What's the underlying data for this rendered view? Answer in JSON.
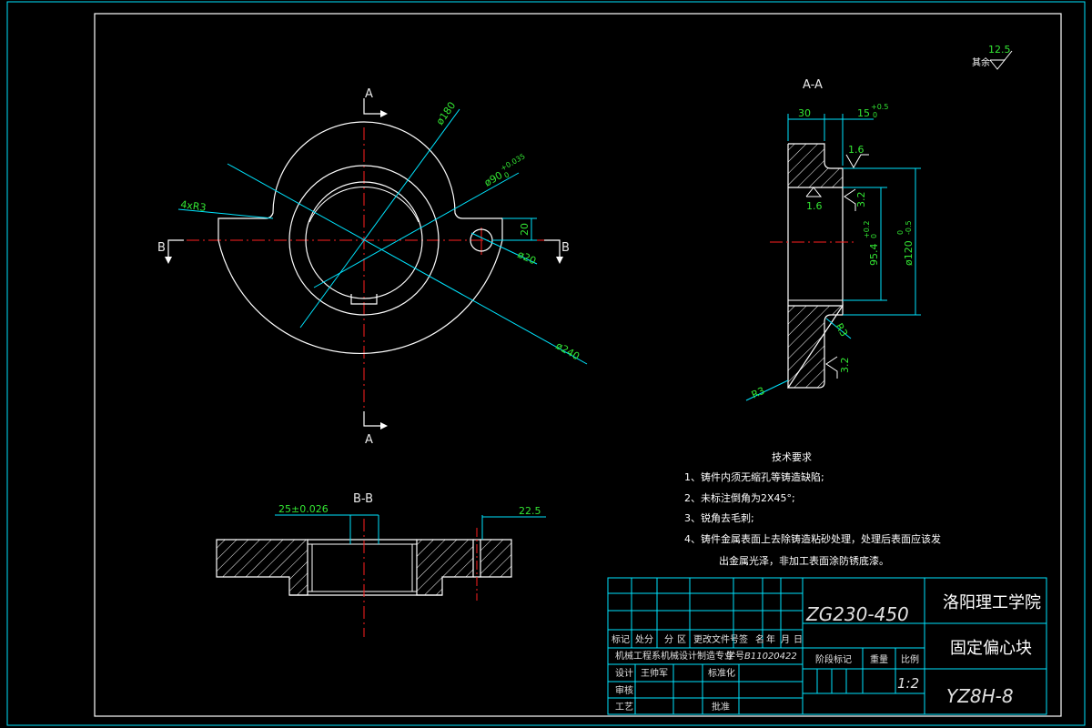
{
  "sections": {
    "cut_a_top": "A",
    "cut_a_bottom": "A",
    "cut_b_left": "B",
    "cut_b_right": "B",
    "view_aa": "A-A",
    "view_bb": "B-B"
  },
  "dimensions": {
    "fillet_4x": "4xR3",
    "d180": "ø180",
    "d90": "ø90",
    "d90_tol": "+0.035",
    "d90_tol_low": "0",
    "d20": "ø20",
    "d240": "ø240",
    "h20": "20",
    "w30": "30",
    "w15": "15",
    "w15_tol": "+0.5",
    "w15_tol_low": "0",
    "d95": "95.4",
    "d95_tol": "+0.2",
    "d95_tol_low": "0",
    "d120": "ø120",
    "d120_tol": "0",
    "d120_tol_low": "-0.5",
    "r3_a": "R3",
    "r3_b": "R3",
    "key_width": "25±0.026",
    "offset_22": "22.5"
  },
  "roughness": {
    "rest_label": "其余",
    "rest_value": "12.5",
    "top": "1.6",
    "bore": "1.6",
    "face": "3.2",
    "bottom": "3.2"
  },
  "tech_requirements": {
    "title": "技术要求",
    "items": [
      "1、铸件内须无缩孔等铸造缺陷;",
      "2、未标注倒角为2X45°;",
      "3、锐角去毛刺;",
      "4、铸件金属表面上去除铸造粘砂处理，处理后表面应该发",
      "出金属光泽，非加工表面涂防锈底漆。"
    ]
  },
  "title_block": {
    "material": "ZG230-450",
    "school": "洛阳理工学院",
    "part_name": "固定偏心块",
    "drawing_no": "YZ8H-8",
    "header_cells": [
      "标记",
      "处分",
      "分",
      "区",
      "更改文件号",
      "签",
      "名",
      "年",
      "月",
      "日"
    ],
    "dept": "机械工程系",
    "major": "机械设计制造专业",
    "student_id_label": "学号",
    "student_id": "B11020422",
    "design_label": "设计",
    "designer": "王帅军",
    "standard_label": "标准化",
    "review_label": "审核",
    "process_label": "工艺",
    "approve_label": "批准",
    "stage_label": "阶段标记",
    "weight_label": "重量",
    "scale_label": "比例",
    "scale": "1:2"
  },
  "colors": {
    "frame": "#00e5ff",
    "geometry": "#ffffff",
    "centerline": "#ff2020",
    "dimension": "#00e5ff",
    "dim_text": "#33e633",
    "hatch": "#ffffff"
  }
}
